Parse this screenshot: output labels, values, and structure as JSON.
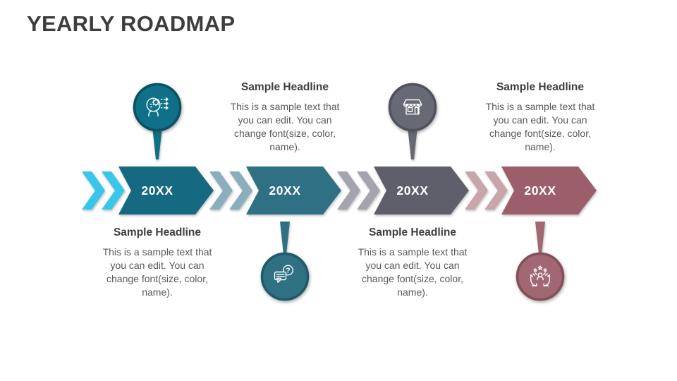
{
  "slide": {
    "title": "YEARLY ROADMAP",
    "background_color": "#ffffff",
    "title_color": "#3d3d3d"
  },
  "timeline": {
    "year_label_color": "#ffffff",
    "headline_color": "#3e3e3e",
    "body_color": "#595959",
    "milestones": [
      {
        "year": "20XX",
        "arrow_color": "#156980",
        "chevron_color": "#38C7EC",
        "circle_color": "#0E7187",
        "circle_rim_color": "#0A5063",
        "icon": "mind-process-icon",
        "circle_position": "above",
        "text_position": "below",
        "headline": "Sample Headline",
        "body": "This is a sample text that you can edit. You can change font(size, color, name)."
      },
      {
        "year": "20XX",
        "arrow_color": "#2F7084",
        "chevron_color": "#8AAEBD",
        "circle_color": "#2F7083",
        "circle_rim_color": "#1E5A6A",
        "icon": "chat-question-icon",
        "circle_position": "below",
        "text_position": "above",
        "headline": "Sample Headline",
        "body": "This is a sample text that you can edit. You can change font(size, color, name)."
      },
      {
        "year": "20XX",
        "arrow_color": "#5E5F6A",
        "chevron_color": "#A3A4AD",
        "circle_color": "#676974",
        "circle_rim_color": "#4F515C",
        "icon": "storefront-icon",
        "circle_position": "above",
        "text_position": "below",
        "headline": "Sample Headline",
        "body": "This is a sample text that you can edit. You can change font(size, color, name)."
      },
      {
        "year": "20XX",
        "arrow_color": "#9C5E6A",
        "chevron_color": "#C9A5AB",
        "circle_color": "#A16873",
        "circle_rim_color": "#824F5B",
        "icon": "achievement-hands-icon",
        "circle_position": "below",
        "text_position": "above",
        "headline": "Sample Headline",
        "body": "This is a sample text that you can edit. You can change font(size, color, name)."
      }
    ]
  }
}
